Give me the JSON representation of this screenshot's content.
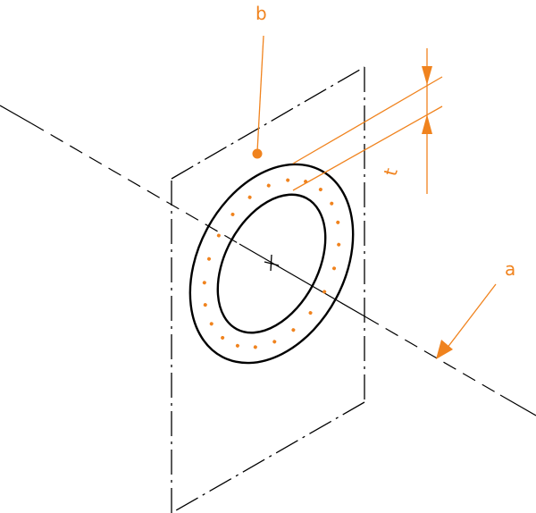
{
  "labels": {
    "a": "a",
    "b": "b",
    "t": "t"
  },
  "colors": {
    "annotation": "#f0831e",
    "line": "#000000"
  }
}
